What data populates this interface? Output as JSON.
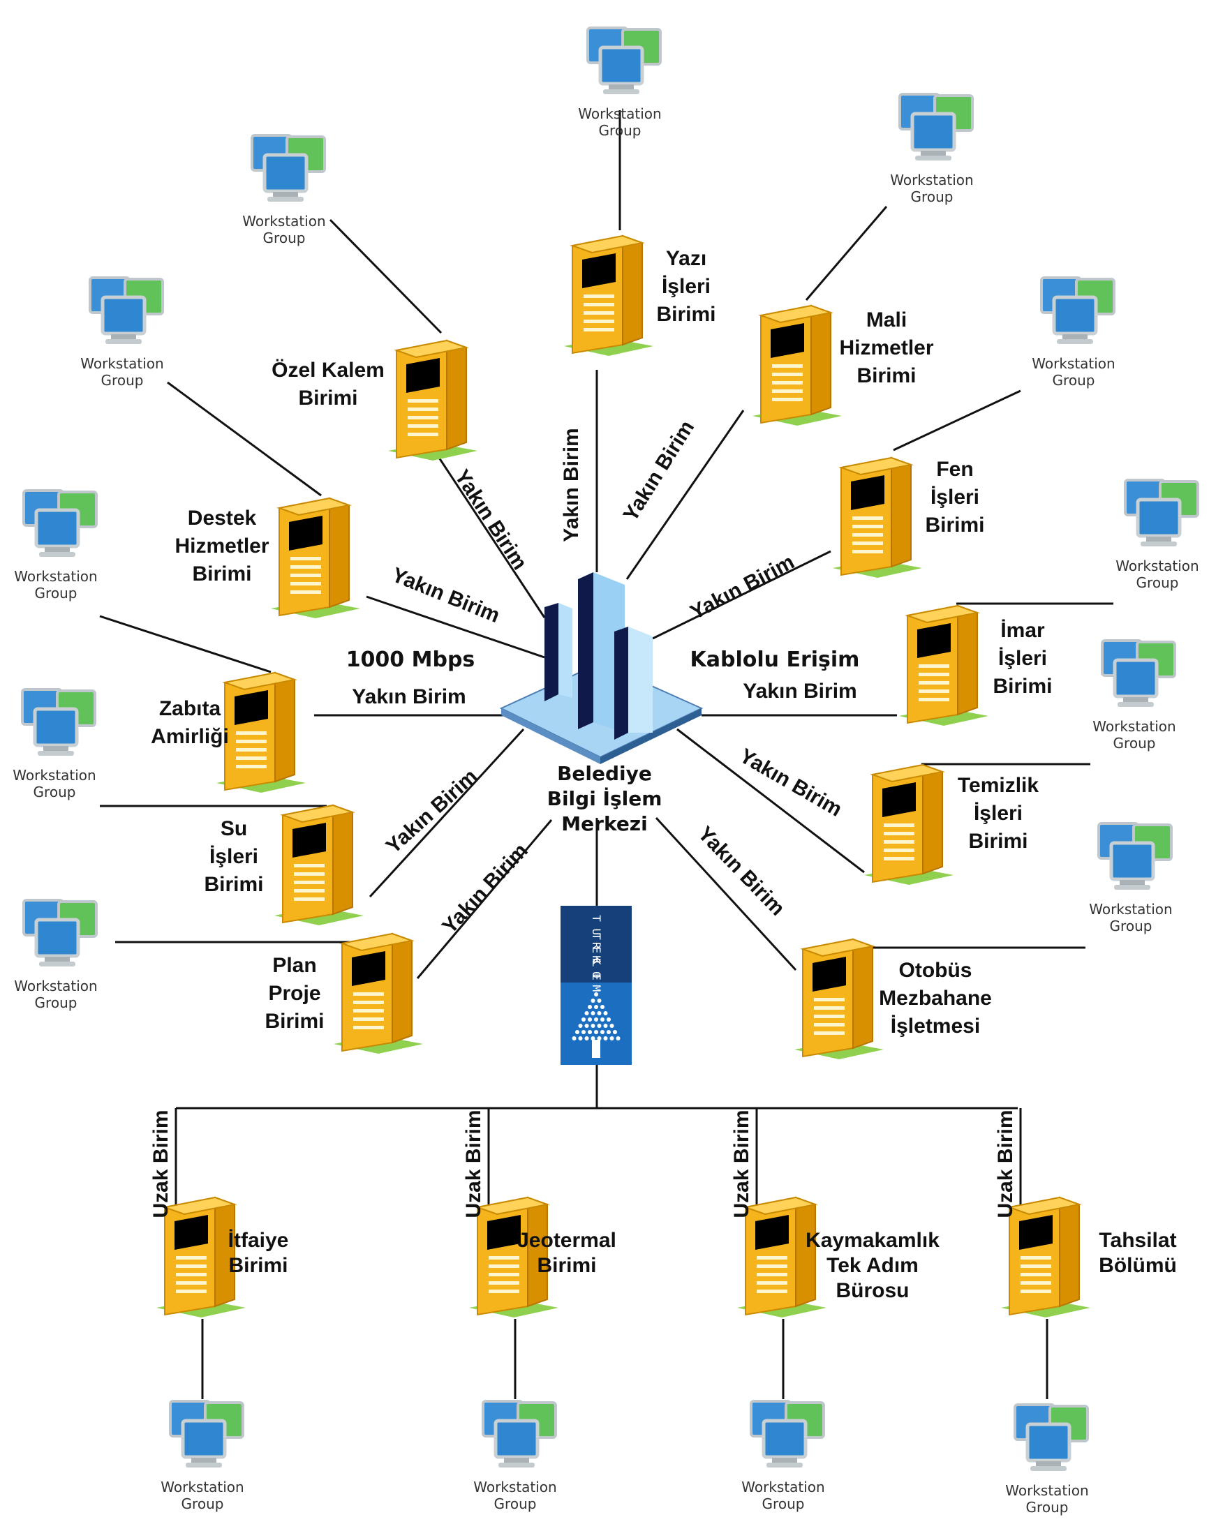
{
  "hub": {
    "name_lines": [
      "Belediye",
      "Bilgi İşlem",
      "Merkezi"
    ]
  },
  "labels": {
    "speed": "1000 Mbps",
    "access": "Kablolu Erişim",
    "near_link": "Yakın Birim",
    "remote_link": "Uzak Birim",
    "workstation_lines": [
      "Workstation",
      "Group"
    ]
  },
  "telecom": {
    "letters": [
      "T U R K",
      "T E L E",
      "K O M"
    ]
  },
  "near_units": [
    {
      "name_lines": [
        "Yazı",
        "İşleri",
        "Birimi"
      ]
    },
    {
      "name_lines": [
        "Mali",
        "Hizmetler",
        "Birimi"
      ]
    },
    {
      "name_lines": [
        "Fen",
        "İşleri",
        "Birimi"
      ]
    },
    {
      "name_lines": [
        "İmar",
        "İşleri",
        "Birimi"
      ]
    },
    {
      "name_lines": [
        "Temizlik",
        "İşleri",
        "Birimi"
      ]
    },
    {
      "name_lines": [
        "Otobüs",
        "Mezbahane",
        "İşletmesi"
      ]
    },
    {
      "name_lines": [
        "Özel Kalem",
        "Birimi"
      ]
    },
    {
      "name_lines": [
        "Destek",
        "Hizmetler",
        "Birimi"
      ]
    },
    {
      "name_lines": [
        "Zabıta",
        "Amirliği"
      ]
    },
    {
      "name_lines": [
        "Su",
        "İşleri",
        "Birimi"
      ]
    },
    {
      "name_lines": [
        "Plan",
        "Proje",
        "Birimi"
      ]
    }
  ],
  "remote_units": [
    {
      "name_lines": [
        "İtfaiye",
        "Birimi"
      ]
    },
    {
      "name_lines": [
        "Jeotermal",
        "Birimi"
      ]
    },
    {
      "name_lines": [
        "Kaymakamlık",
        "Tek Adım",
        "Bürosu"
      ]
    },
    {
      "name_lines": [
        "Tahsilat",
        "Bölümü"
      ]
    }
  ]
}
